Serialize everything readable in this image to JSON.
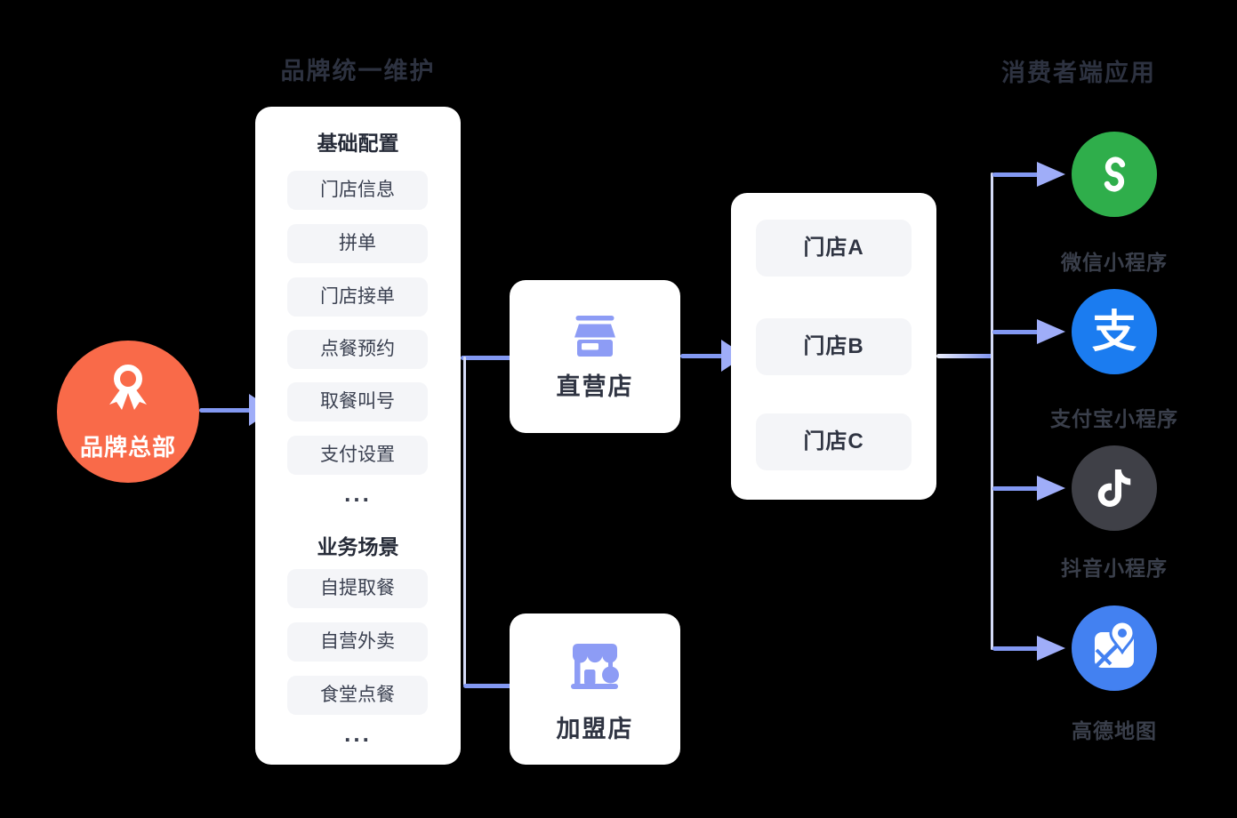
{
  "titles": {
    "brand_maintenance": "品牌统一维护",
    "consumer_apps": "消费者端应用"
  },
  "brand_hq": {
    "label": "品牌总部",
    "bg_color": "#F96A49"
  },
  "config_card": {
    "basic_header": "基础配置",
    "basic_items": [
      "门店信息",
      "拼单",
      "门店接单",
      "点餐预约",
      "取餐叫号",
      "支付设置"
    ],
    "basic_ellipsis": "...",
    "business_header": "业务场景",
    "business_items": [
      "自提取餐",
      "自营外卖",
      "食堂点餐"
    ],
    "business_ellipsis": "..."
  },
  "stores": {
    "direct": {
      "label": "直营店",
      "icon": "storefront-icon"
    },
    "franchise": {
      "label": "加盟店",
      "icon": "market-stall-icon"
    }
  },
  "branch_stores": {
    "items": [
      "门店A",
      "门店B",
      "门店C"
    ]
  },
  "consumer_apps": [
    {
      "label": "微信小程序",
      "icon": "wechat-miniprogram-icon",
      "color": "#2FAE4B"
    },
    {
      "label": "支付宝小程序",
      "icon": "alipay-icon",
      "color": "#1B7CF0",
      "glyph": "支"
    },
    {
      "label": "抖音小程序",
      "icon": "douyin-icon",
      "color": "#3F4047"
    },
    {
      "label": "高德地图",
      "icon": "amap-icon",
      "color": "#4381F1"
    }
  ],
  "colors": {
    "arrow_line": "#8298F2",
    "arrow_head": "#9FADF8",
    "trunk_line": "#D5DBF7",
    "node_icon": "#8D9CF5",
    "item_bg": "#F4F5F8"
  }
}
